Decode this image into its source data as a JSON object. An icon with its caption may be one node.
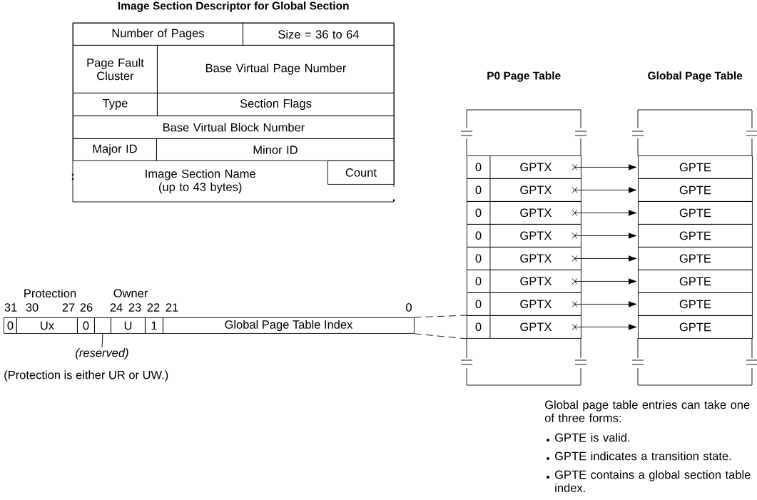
{
  "diagram": {
    "nodes": [
      {
        "text": [
          "Image Section Descriptor for Global Section"
        ]
      },
      {
        "text": [
          "Number of Pages"
        ],
        "in": 0
      },
      {
        "text": [
          "Size = 36 to 64"
        ],
        "in": 0
      },
      {
        "text": [
          "Page Fault Cluster"
        ],
        "in": 0
      },
      {
        "text": [
          "Base Virtual Page Number"
        ],
        "in": 0
      },
      {
        "text": [
          "Type"
        ],
        "in": 0
      },
      {
        "text": [
          "Section Flags"
        ],
        "in": 0
      },
      {
        "text": [
          "Base Virtual Block Number"
        ],
        "in": 0
      },
      {
        "text": [
          "Major ID"
        ],
        "in": 0
      },
      {
        "text": [
          "Minor ID"
        ],
        "in": 0
      },
      {
        "text": [
          "Image Section Name (up to 43 bytes)"
        ],
        "in": 0
      },
      {
        "text": [
          "Count"
        ],
        "in": 0
      },
      {
        "text": [
          "0"
        ]
      },
      {
        "text": [
          "Ux"
        ]
      },
      {
        "text": [
          "0"
        ]
      },
      {
        "text": [],
        "shape": "box"
      },
      {
        "text": [
          "U"
        ]
      },
      {
        "text": [
          "1"
        ]
      },
      {
        "text": [
          "Global Page Table Index"
        ]
      },
      {
        "text": [
          "(reserved)"
        ]
      },
      {
        "text": [
          "P0 Page Table"
        ]
      },
      {
        "text": [
          "0",
          "GPTX"
        ],
        "in": 20
      },
      {
        "text": [
          "0",
          "GPTX"
        ],
        "in": 20
      },
      {
        "text": [
          "0",
          "GPTX"
        ],
        "in": 20
      },
      {
        "text": [
          "0",
          "GPTX"
        ],
        "in": 20
      },
      {
        "text": [
          "0",
          "GPTX"
        ],
        "in": 20
      },
      {
        "text": [
          "0",
          "GPTX"
        ],
        "in": 20
      },
      {
        "text": [
          "0",
          "GPTX"
        ],
        "in": 20
      },
      {
        "text": [
          "0",
          "GPTX"
        ],
        "in": 20
      },
      {
        "text": [
          "Global Page Table"
        ]
      },
      {
        "text": [
          "GPTE"
        ],
        "in": 29
      },
      {
        "text": [
          "GPTE"
        ],
        "in": 29
      },
      {
        "text": [
          "GPTE"
        ],
        "in": 29
      },
      {
        "text": [
          "GPTE"
        ],
        "in": 29
      },
      {
        "text": [
          "GPTE"
        ],
        "in": 29
      },
      {
        "text": [
          "GPTE"
        ],
        "in": 29
      },
      {
        "text": [
          "GPTE"
        ],
        "in": 29
      },
      {
        "text": [
          "GPTE"
        ],
        "in": 29
      }
    ],
    "edges": [
      {
        "from": 21,
        "to": 30,
        "arrow": "to"
      },
      {
        "from": 22,
        "to": 31,
        "arrow": "to"
      },
      {
        "from": 23,
        "to": 32,
        "arrow": "to"
      },
      {
        "from": 24,
        "to": 33,
        "arrow": "to"
      },
      {
        "from": 25,
        "to": 34,
        "arrow": "to"
      },
      {
        "from": 26,
        "to": 35,
        "arrow": "to"
      },
      {
        "from": 27,
        "to": 36,
        "arrow": "to"
      },
      {
        "from": 28,
        "to": 37,
        "arrow": "to"
      },
      {
        "from": 18,
        "to": 28,
        "arrow": "none",
        "style": "dashed"
      },
      {
        "from": 18,
        "to": 28,
        "arrow": "none",
        "style": "dashed"
      },
      {
        "from": 19,
        "to": 15,
        "arrow": "none"
      }
    ],
    "labels": [
      "Protection",
      "Owner",
      "31",
      "30",
      "27",
      "26",
      "24",
      "23",
      "22",
      "21",
      "0",
      "(Protection is either UR or UW.)",
      "Global page table entries can take one of three forms:",
      "GPTE is valid.",
      "GPTE indicates a transition state.",
      "GPTE contains a global section table index."
    ]
  }
}
